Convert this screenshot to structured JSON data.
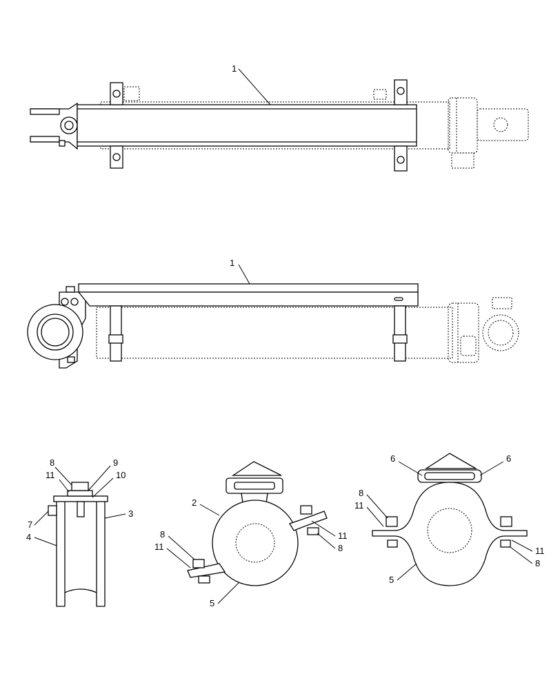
{
  "callouts": {
    "top_view": {
      "c1": "1"
    },
    "side_view": {
      "c1": "1"
    },
    "clamp_side": {
      "c8": "8",
      "c9": "9",
      "c11": "11",
      "c10": "10",
      "c7": "7",
      "c3": "3",
      "c4": "4"
    },
    "clamp_a": {
      "c2": "2",
      "c8a": "8",
      "c11a": "11",
      "c11b": "11",
      "c8b": "8",
      "c5": "5"
    },
    "clamp_b": {
      "c6a": "6",
      "c6b": "6",
      "c8a": "8",
      "c11a": "11",
      "c11b": "11",
      "c8b": "8",
      "c5": "5"
    }
  }
}
